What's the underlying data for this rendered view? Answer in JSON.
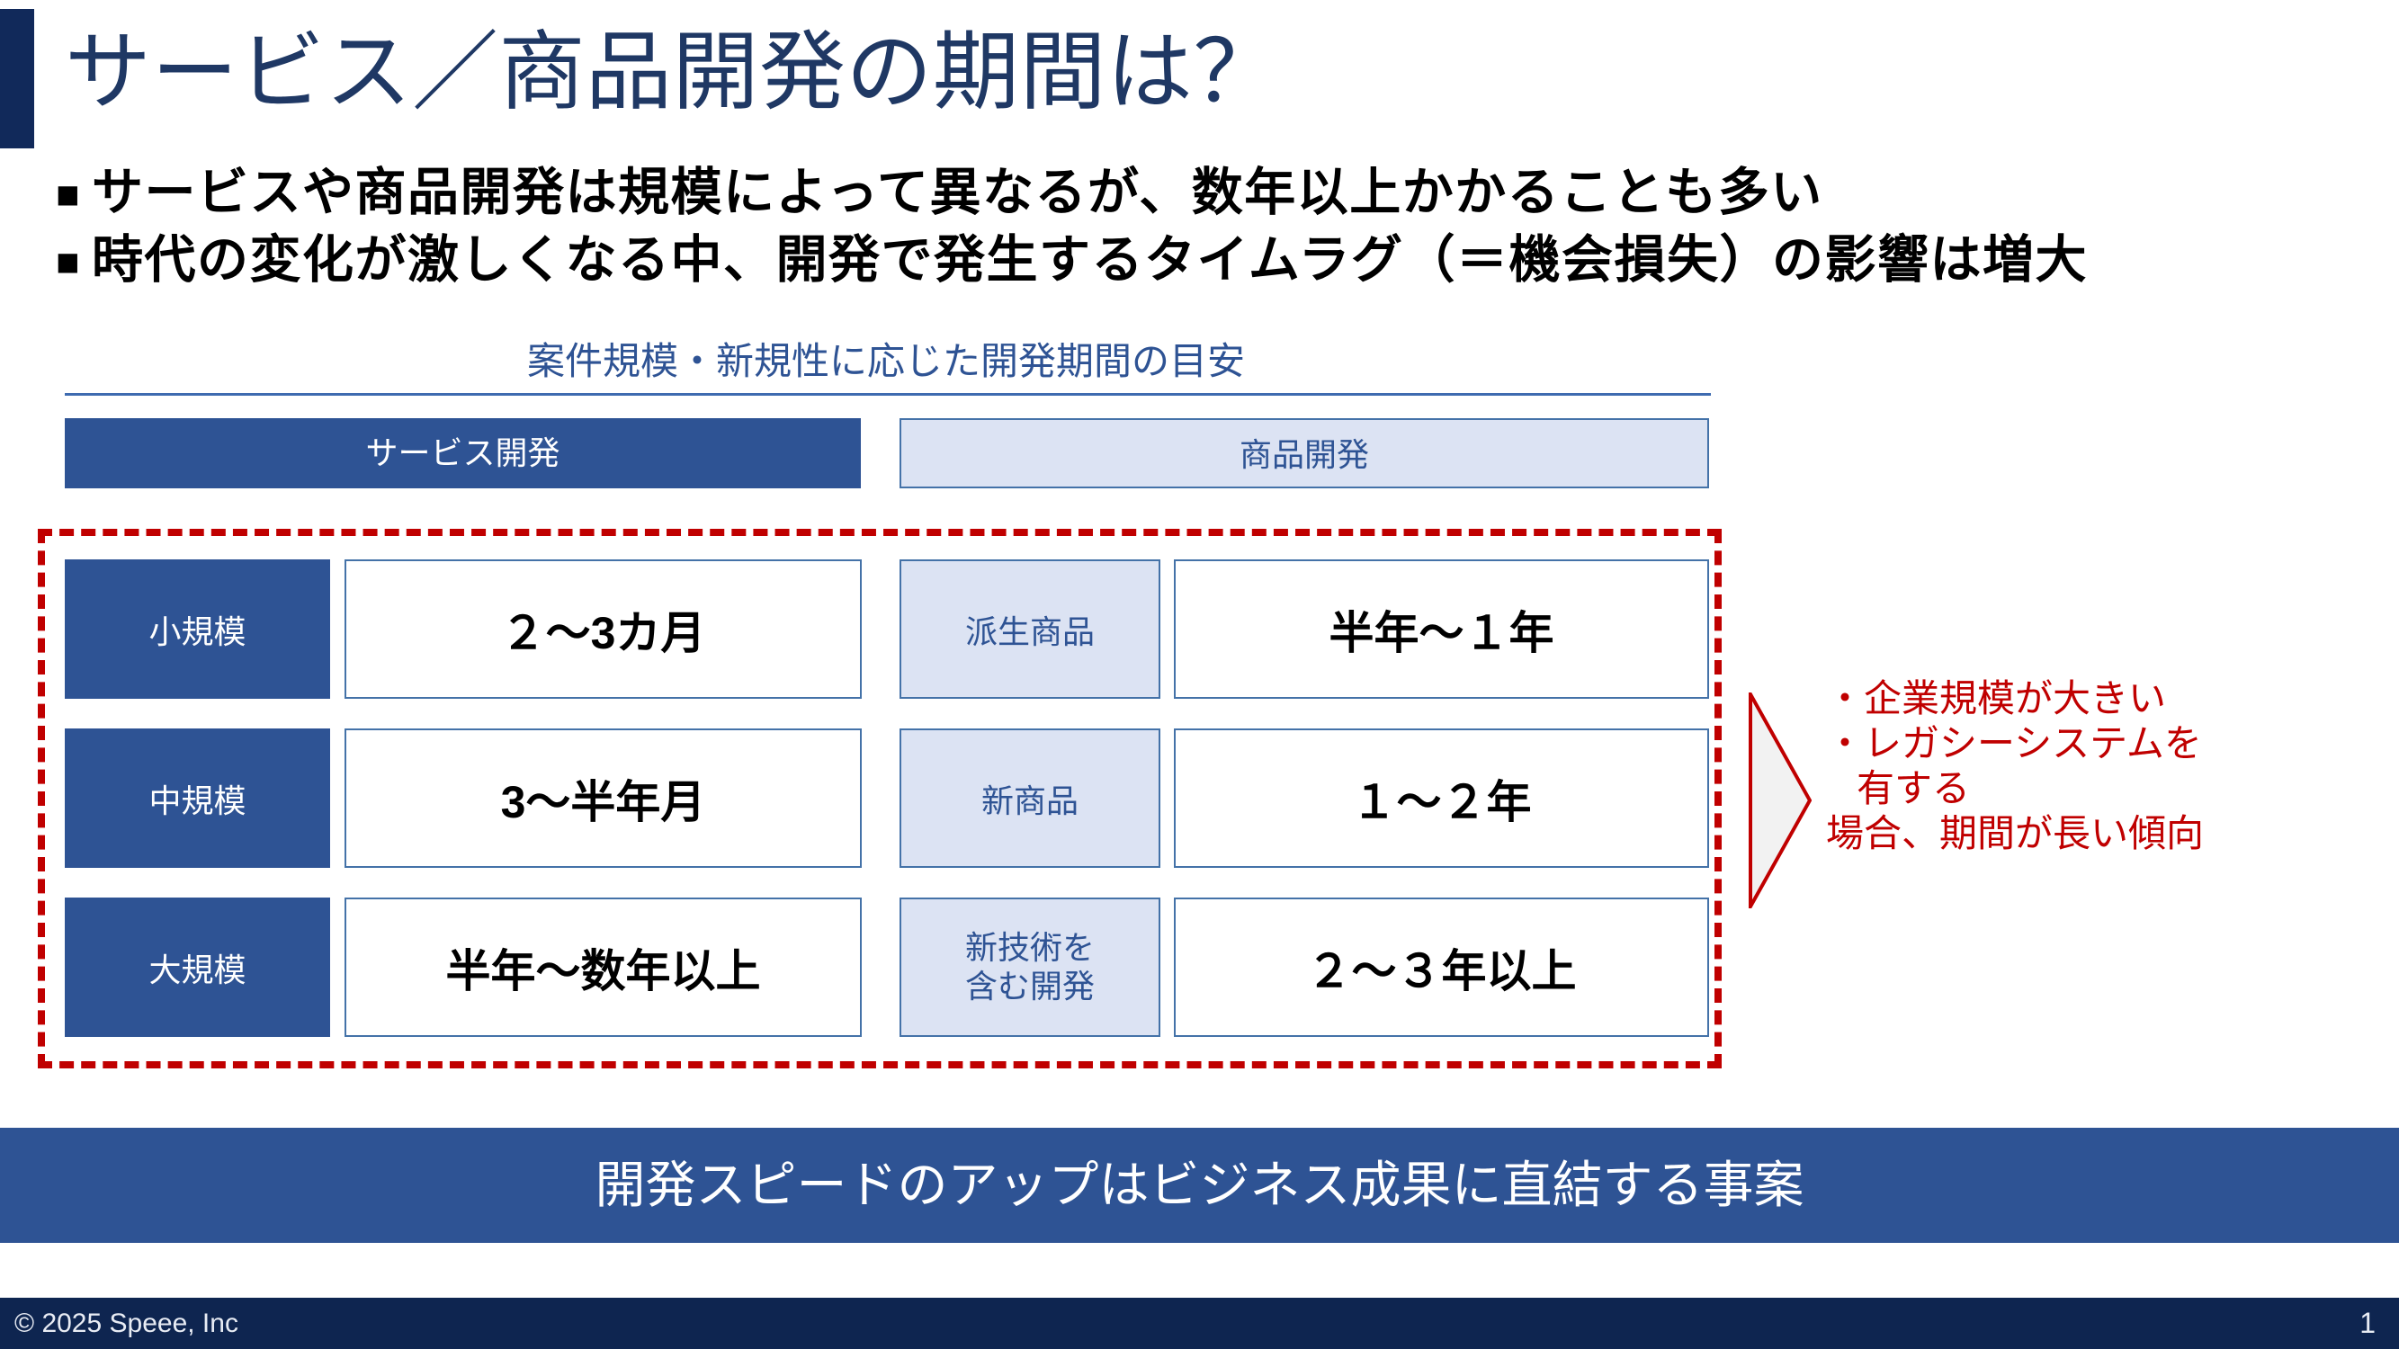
{
  "slide": {
    "title": "サービス／商品開発の期間は？",
    "accent_color": "#11295A",
    "title_color": "#1F3864"
  },
  "bullets": {
    "marker": "■",
    "items": [
      "サービスや商品開発は規模によって異なるが、数年以上かかることも多い",
      "時代の変化が激しくなる中、開発で発生するタイムラグ（＝機会損失）の影響は増大"
    ]
  },
  "table": {
    "subtitle": "案件規模・新規性に応じた開発期間の目安",
    "headers": {
      "service": "サービス開発",
      "product": "商品開発"
    },
    "rows": [
      {
        "service_label": "小規模",
        "service_value": "２〜3カ月",
        "product_label": "派生商品",
        "product_label_line2": "",
        "product_value": "半年〜１年"
      },
      {
        "service_label": "中規模",
        "service_value": "3〜半年月",
        "product_label": "新商品",
        "product_label_line2": "",
        "product_value": "１〜２年"
      },
      {
        "service_label": "大規模",
        "service_value": "半年〜数年以上",
        "product_label": "新技術を",
        "product_label_line2": "含む開発",
        "product_value": "２〜３年以上"
      }
    ]
  },
  "callout": {
    "lines": [
      "・企業規模が大きい",
      "・レガシーシステムを",
      "有する",
      "場合、期間が長い傾向"
    ],
    "color": "#C00000"
  },
  "banner": {
    "text": "開発スピードのアップはビジネス成果に直結する事案",
    "color": "#2E5394"
  },
  "footer": {
    "copyright": "© 2025 Speee, Inc",
    "page_number": "1",
    "color": "#0E2550"
  },
  "colors": {
    "dark_blue": "#2E5394",
    "light_blue": "#DCE3F3",
    "cell_border": "#4472A8",
    "emphasis_red": "#C00000"
  }
}
